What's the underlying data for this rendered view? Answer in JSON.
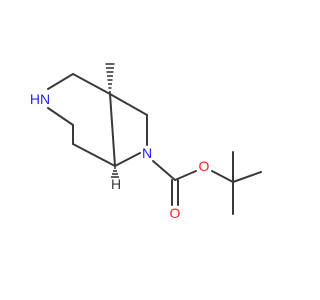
{
  "atoms": {
    "nh": {
      "label": "HN",
      "color": "#2323ff"
    },
    "n_ring": {
      "label": "N",
      "color": "#2323ff"
    },
    "o_carbonyl": {
      "label": "O",
      "color": "#ff2020"
    },
    "o_ester": {
      "label": "O",
      "color": "#ff2020"
    },
    "h_stereo": {
      "label": "H",
      "color": "#3a3a3a"
    }
  },
  "colors": {
    "bond": "#3a3a3a",
    "nitrogen": "#2323ff",
    "oxygen": "#ff2020"
  }
}
